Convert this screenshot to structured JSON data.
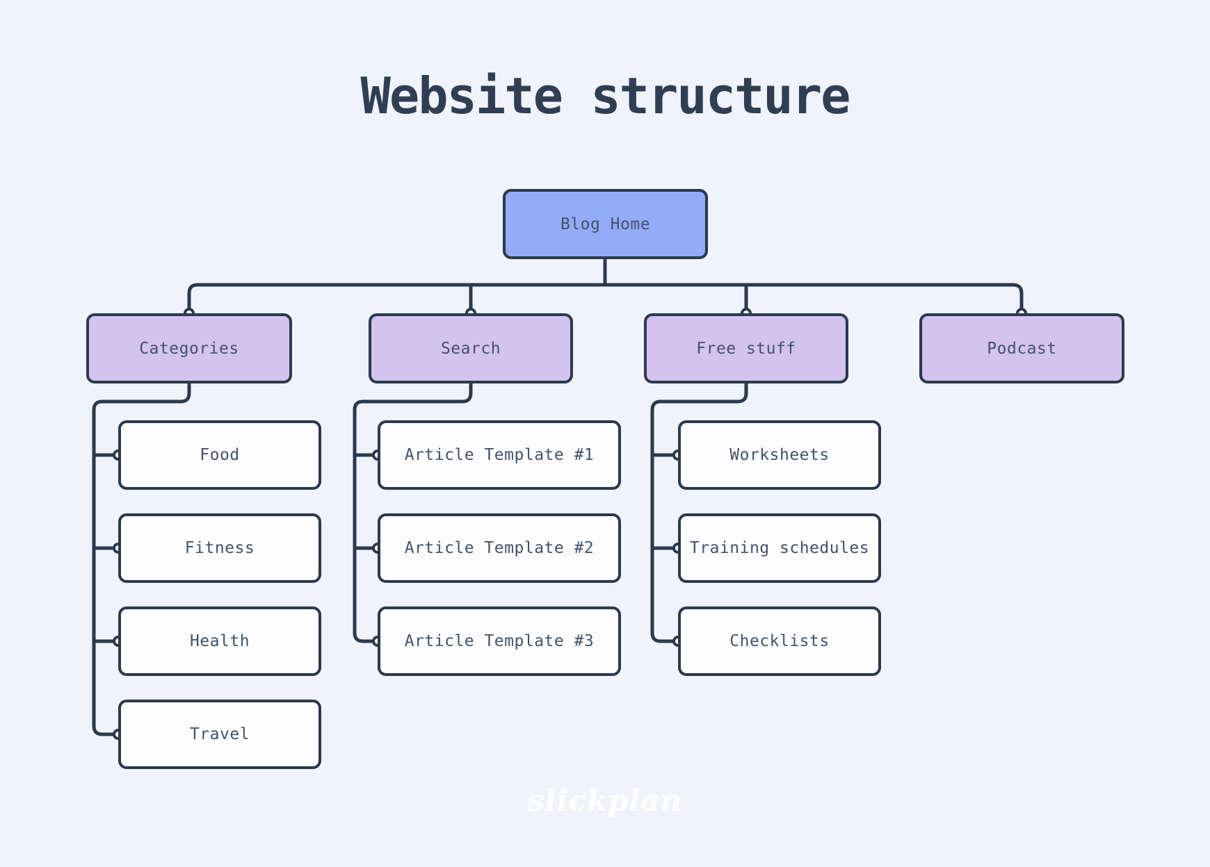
{
  "title": "Website structure",
  "watermark": "slickplan",
  "colors": {
    "background": "#f0f3fb",
    "line": "#2b394d",
    "root_fill": "#92acf8",
    "section_fill": "#d4c2f1",
    "leaf_fill": "#fdfdff",
    "node_text": "#42526a",
    "title_text": "#2f3e53",
    "watermark_text": "#ffffff"
  },
  "tree": {
    "root": {
      "label": "Blog Home"
    },
    "sections": [
      {
        "label": "Categories",
        "children": [
          {
            "label": "Food"
          },
          {
            "label": "Fitness"
          },
          {
            "label": "Health"
          },
          {
            "label": "Travel"
          }
        ]
      },
      {
        "label": "Search",
        "children": [
          {
            "label": "Article Template #1"
          },
          {
            "label": "Article Template #2"
          },
          {
            "label": "Article Template #3"
          }
        ]
      },
      {
        "label": "Free stuff",
        "children": [
          {
            "label": "Worksheets"
          },
          {
            "label": "Training schedules"
          },
          {
            "label": "Checklists"
          }
        ]
      },
      {
        "label": "Podcast",
        "children": []
      }
    ]
  }
}
